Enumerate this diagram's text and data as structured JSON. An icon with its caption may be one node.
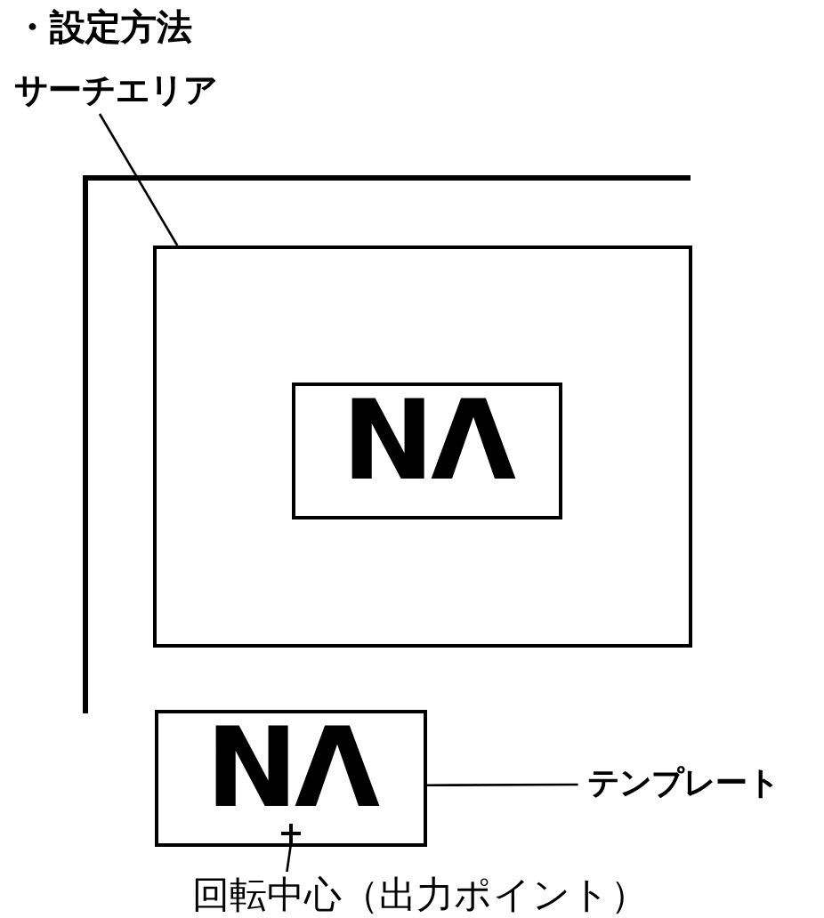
{
  "diagram": {
    "title": "・設定方法",
    "nodes": [
      {
        "text": [
          "サーチエリア"
        ]
      },
      {
        "text": [],
        "shape": "box"
      },
      {
        "text": [
          "NΛ"
        ],
        "in": 1
      },
      {
        "text": [
          "NΛ"
        ]
      },
      {
        "text": [
          "テンプレート"
        ]
      },
      {
        "text": [],
        "shape": "cross",
        "in": 3
      },
      {
        "text": [
          "回転中心（出力ポイント）"
        ]
      }
    ],
    "edges": [
      {
        "from": 0,
        "to": 1,
        "arrow": "none"
      },
      {
        "from": 4,
        "to": 3,
        "arrow": "none"
      },
      {
        "from": 6,
        "to": 5,
        "arrow": "none"
      }
    ]
  }
}
